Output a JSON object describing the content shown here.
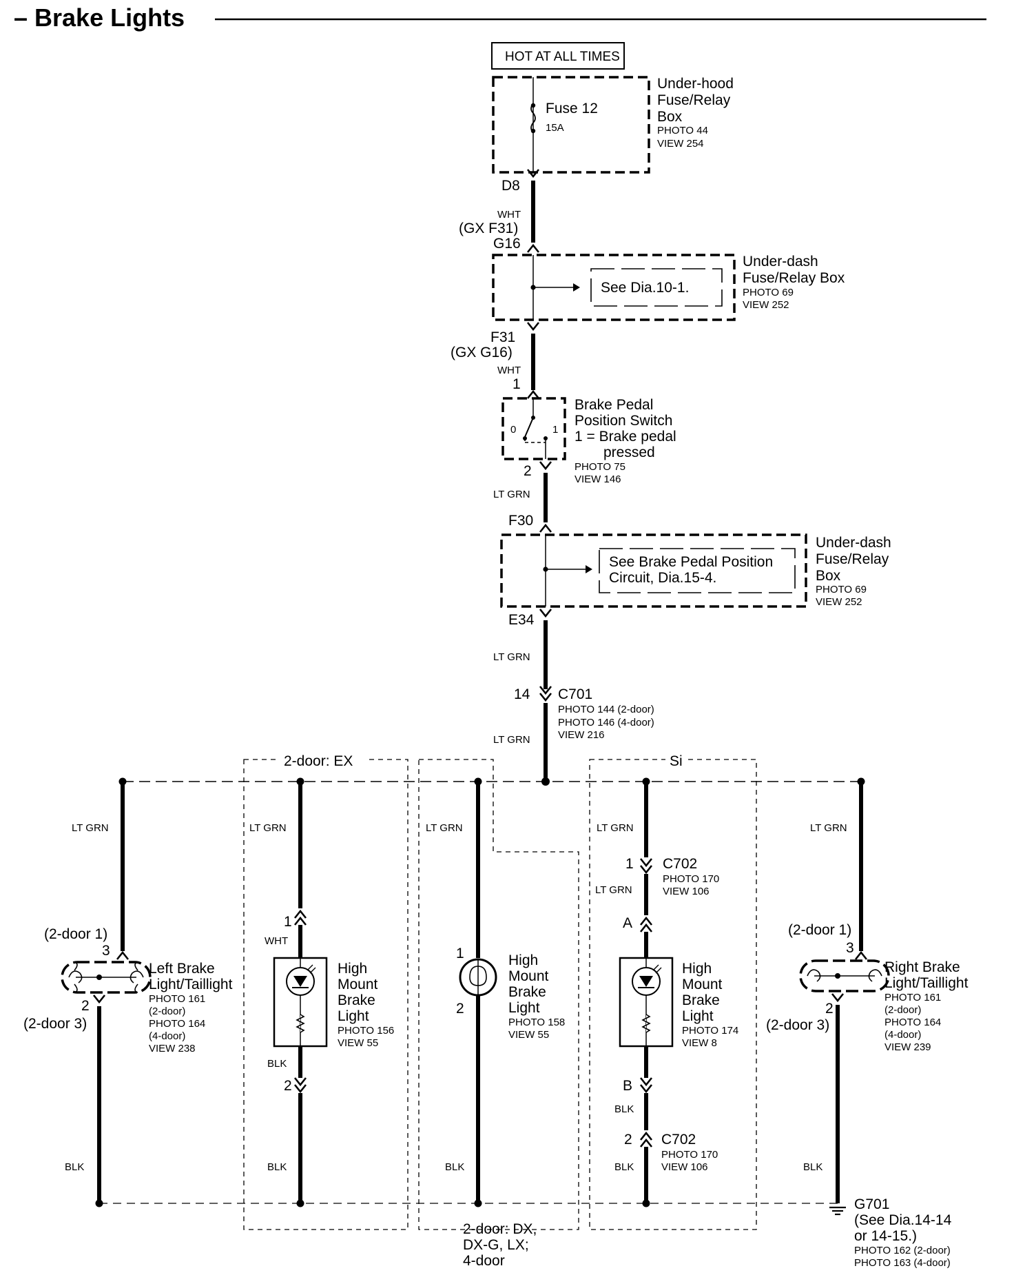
{
  "title": "– Brake Lights",
  "power": {
    "label": "HOT AT ALL TIMES"
  },
  "underhood_box": {
    "name1": "Under-hood",
    "name2": "Fuse/Relay",
    "name3": "Box",
    "photo": "PHOTO 44",
    "view": "VIEW 254",
    "fuse": "Fuse 12",
    "amps": "15A",
    "out_pin": "D8"
  },
  "wire1": {
    "color": "WHT",
    "alt": "(GX F31)",
    "pin": "G16"
  },
  "underdash_box1": {
    "name1": "Under-dash",
    "name2": "Fuse/Relay Box",
    "photo": "PHOTO 69",
    "view": "VIEW 252",
    "ref": "See Dia.10-1."
  },
  "wire2": {
    "pin": "F31",
    "alt": "(GX G16)",
    "color": "WHT",
    "switch_pin": "1"
  },
  "brake_switch": {
    "name1": "Brake Pedal",
    "name2": "Position Switch",
    "state1": "1 =  Brake pedal",
    "state2": "pressed",
    "photo": "PHOTO 75",
    "view": "VIEW 146",
    "pos0": "0",
    "pos1": "1",
    "out_pin": "2"
  },
  "wire3": {
    "color": "LT GRN",
    "pin": "F30"
  },
  "underdash_box2": {
    "name1": "Under-dash",
    "name2": "Fuse/Relay",
    "name3": "Box",
    "photo": "PHOTO 69",
    "view": "VIEW 252",
    "ref1": "See Brake Pedal Position",
    "ref2": "Circuit, Dia.15-4.",
    "out_pin": "E34"
  },
  "wire4": {
    "color": "LT GRN"
  },
  "c701": {
    "pin": "14",
    "name": "C701",
    "photo1": "PHOTO 144 (2-door)",
    "photo2": "PHOTO 146 (4-door)",
    "view": "VIEW 216",
    "out_color": "LT GRN"
  },
  "variants": {
    "ex": "2-door: EX",
    "si": "Si",
    "base1": "2-door: DX,",
    "base2": "DX-G, LX;",
    "base3": "4-door"
  },
  "left_light": {
    "wire": "LT GRN",
    "alt_pin_top": "(2-door 1)",
    "pin_top": "3",
    "name1": "Left Brake",
    "name2": "Light/Taillight",
    "photo1": "PHOTO 161",
    "note1": "(2-door)",
    "photo2": "PHOTO 164",
    "note2": "(4-door)",
    "view": "VIEW 238",
    "pin_bot": "2",
    "alt_pin_bot": "(2-door 3)",
    "gnd_wire": "BLK"
  },
  "hm_ex": {
    "wire": "LT GRN",
    "pin_top": "1",
    "wire_in": "WHT",
    "name1": "High",
    "name2": "Mount",
    "name3": "Brake",
    "name4": "Light",
    "photo": "PHOTO 156",
    "view": "VIEW 55",
    "wire_out": "BLK",
    "pin_bot": "2",
    "gnd_wire": "BLK"
  },
  "hm_base": {
    "wire": "LT GRN",
    "pin_top": "1",
    "name1": "High",
    "name2": "Mount",
    "name3": "Brake",
    "name4": "Light",
    "photo": "PHOTO 158",
    "view": "VIEW 55",
    "pin_bot": "2",
    "gnd_wire": "BLK"
  },
  "hm_si": {
    "wire": "LT GRN",
    "c702_pin": "1",
    "c702": "C702",
    "c702_photo": "PHOTO 170",
    "c702_view": "VIEW 106",
    "wire_mid": "LT GRN",
    "pin_top": "A",
    "name1": "High",
    "name2": "Mount",
    "name3": "Brake",
    "name4": "Light",
    "photo": "PHOTO 174",
    "view": "VIEW 8",
    "pin_bot": "B",
    "wire_out": "BLK",
    "c702b_pin": "2",
    "c702b": "C702",
    "c702b_photo": "PHOTO 170",
    "c702b_view": "VIEW 106",
    "gnd_wire": "BLK"
  },
  "right_light": {
    "wire": "LT GRN",
    "alt_pin_top": "(2-door 1)",
    "pin_top": "3",
    "name1": "Right Brake",
    "name2": "Light/Taillight",
    "photo1": "PHOTO 161",
    "note1": "(2-door)",
    "photo2": "PHOTO 164",
    "note2": "(4-door)",
    "view": "VIEW 239",
    "pin_bot": "2",
    "alt_pin_bot": "(2-door 3)",
    "gnd_wire": "BLK"
  },
  "ground": {
    "name": "G701",
    "ref1": "(See Dia.14-14",
    "ref2": "or 14-15.)",
    "photo1": "PHOTO 162 (2-door)",
    "photo2": "PHOTO 163 (4-door)"
  }
}
